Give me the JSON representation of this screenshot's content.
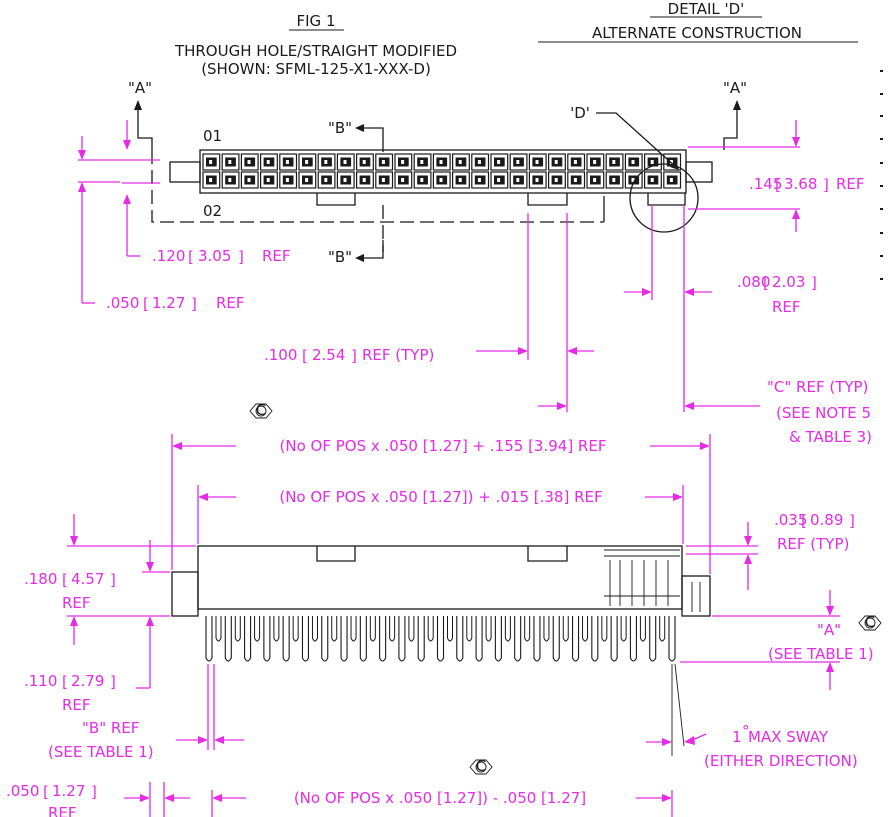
{
  "titles": {
    "fig": "FIG 1",
    "subtitle1": "THROUGH HOLE/STRAIGHT MODIFIED",
    "subtitle2": "(SHOWN: SFML-125-X1-XXX-D)",
    "detail1": "DETAIL 'D'",
    "detail2": "ALTERNATE CONSTRUCTION"
  },
  "section_labels": {
    "a_left": "\"A\"",
    "a_right": "\"A\"",
    "b_top": "\"B\"",
    "b_bottom": "\"B\"",
    "d": "'D'",
    "row01": "01",
    "row02": "02"
  },
  "dimensions": {
    "d145": ".145",
    "d145mm": "3.68",
    "d145ref": "REF",
    "d120": ".120",
    "d120mm": "3.05",
    "d120ref": "REF",
    "d050a": ".050",
    "d050amm": "1.27",
    "d050aref": "REF",
    "d080": ".080",
    "d080mm": "2.03",
    "d080ref": "REF",
    "d100": ".100",
    "d100mm": "2.54",
    "d100ref": "REF (TYP)",
    "c_ref1": "\"C\" REF (TYP)",
    "c_ref2": "(SEE NOTE 5",
    "c_ref3": "& TABLE 3)",
    "overall": "(No OF POS x .050 [1.27] + .155 [3.94] REF",
    "body": "(No OF POS x .050 [1.27]) + .015 [.38] REF",
    "d035": ".035",
    "d035mm": "0.89",
    "d035ref": "REF (TYP)",
    "d180": ".180",
    "d180mm": "4.57",
    "d180ref": "REF",
    "d110": ".110",
    "d110mm": "2.79",
    "d110ref": "REF",
    "b_ref1": "\"B\" REF",
    "b_ref2": "(SEE TABLE 1)",
    "a_ref1": "\"A\"",
    "a_ref2": "(SEE TABLE 1)",
    "sway1": "1",
    "sway_deg": "°",
    "sway_text": " MAX SWAY",
    "sway2": "(EITHER DIRECTION)",
    "d050b": ".050",
    "d050bmm": "1.27",
    "d050bref": "REF",
    "pitch": "(No OF POS x .050 [1.27]) - .050 [1.27]"
  },
  "critical_symbol": "C",
  "colors": {
    "dimension": "#e62be6",
    "outline": "#1a1a1a"
  },
  "pins_per_row": 25
}
